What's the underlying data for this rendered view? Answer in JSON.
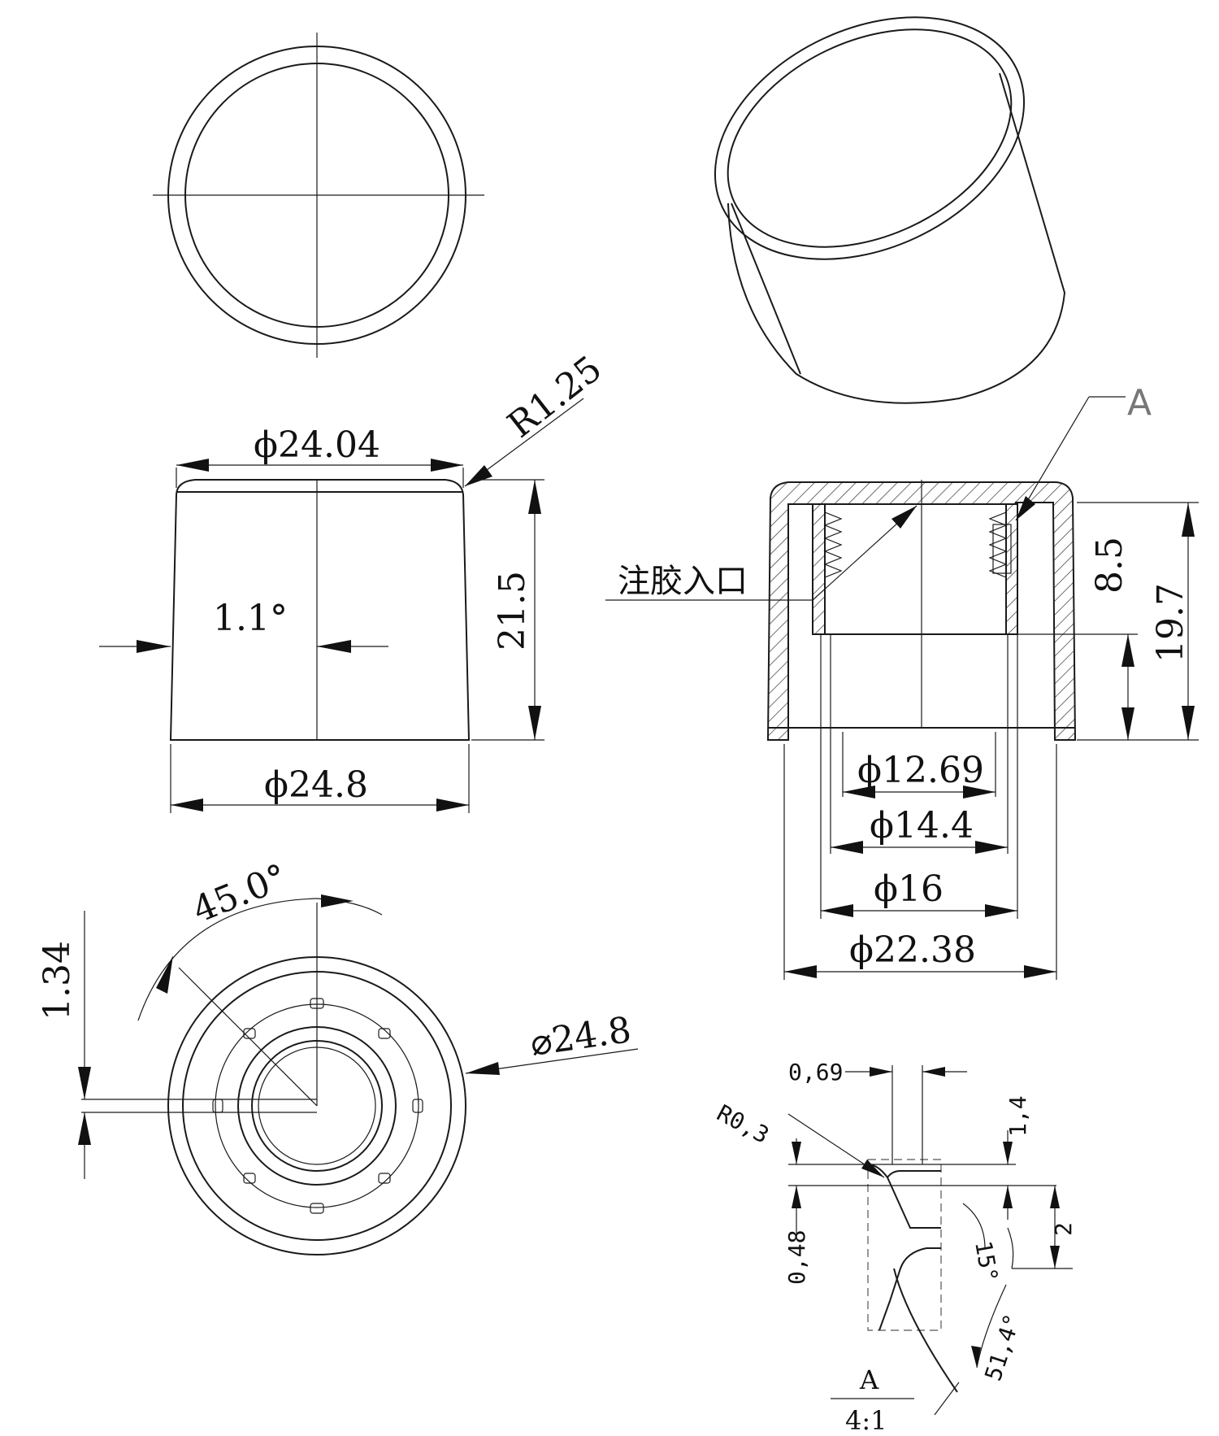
{
  "dimensions": {
    "top_diameter": "ϕ24.04",
    "fillet_radius": "R1.25",
    "height_total": "21.5",
    "draft_angle": "1.1°",
    "bottom_diameter": "ϕ24.8",
    "rotation_angle": "45.0°",
    "rib_width": "1.34",
    "outer_diameter": "⌀24.8",
    "thread_depth": "8.5",
    "height_section": "19.7",
    "inner_d1": "ϕ12.69",
    "inner_d2": "ϕ14.4",
    "inner_d3": "ϕ16",
    "inner_d4": "ϕ22.38"
  },
  "labels": {
    "injection_gate": "注胶入口",
    "detail_callout": "A",
    "detail_title": "A",
    "detail_scale": "4:1"
  },
  "detail": {
    "width": "0,69",
    "radius": "R0,3",
    "pitch_upper": "1,4",
    "height_left": "0,48",
    "pitch": "2",
    "angle_small": "15°",
    "angle_large": "51,4°"
  }
}
